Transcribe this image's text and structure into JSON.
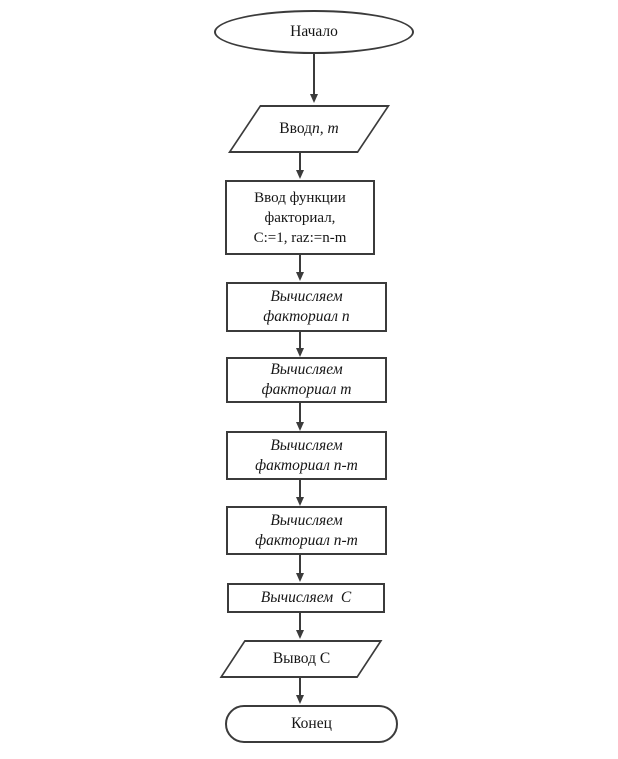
{
  "flowchart": {
    "description": "Блок-схема вычисления C через факториалы",
    "colors": {
      "stroke": "#3b3b3b",
      "text": "#161616",
      "background": "#ffffff"
    },
    "nodes": [
      {
        "id": "start",
        "shape": "terminator-ellipse",
        "label": "Начало"
      },
      {
        "id": "input-n-m",
        "shape": "parallelogram-io",
        "label_text": "Ввод ",
        "label_vars": "n, m"
      },
      {
        "id": "init-function",
        "shape": "process",
        "label": "Ввод функции\nфакториал,\nC:=1, raz:=n-m"
      },
      {
        "id": "calc-factorial-n",
        "shape": "process",
        "label": "Вычисляем\nфакториал n"
      },
      {
        "id": "calc-factorial-m",
        "shape": "process",
        "label": "Вычисляем\nфакториал m"
      },
      {
        "id": "calc-factorial-n-minus-m-1",
        "shape": "process",
        "label": "Вычисляем\nфакториал n-m"
      },
      {
        "id": "calc-factorial-n-minus-m-2",
        "shape": "process",
        "label": "Вычисляем\nфакториал n-m"
      },
      {
        "id": "calc-c",
        "shape": "process",
        "label": "Вычисляем  С"
      },
      {
        "id": "output-c",
        "shape": "parallelogram-io",
        "label": "Вывод С"
      },
      {
        "id": "end",
        "shape": "terminator-stadium",
        "label": "Конец"
      }
    ]
  }
}
